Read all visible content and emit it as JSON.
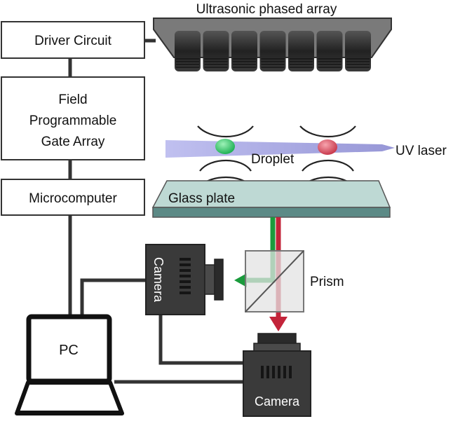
{
  "blocks": {
    "driver": "Driver Circuit",
    "fpga_line1": "Field",
    "fpga_line2": "Programmable",
    "fpga_line3": "Gate Array",
    "micro": "Microcomputer",
    "pc": "PC"
  },
  "labels": {
    "array": "Ultrasonic phased array",
    "droplet": "Droplet",
    "uv_laser": "UV laser",
    "glass": "Glass plate",
    "prism": "Prism",
    "camera_side": "Camera",
    "camera_bottom": "Camera"
  },
  "colors": {
    "green_beam": "#1a9b3c",
    "red_beam": "#c3243a",
    "laser": "#8f8fd6",
    "glass": "#b8d4cf",
    "droplet_green": "#35c46a",
    "droplet_red": "#d8505e",
    "camera_body": "#3b3b3b"
  },
  "icons": [
    "transducer-icon",
    "camera-icon",
    "laptop-icon",
    "prism-icon",
    "arrow-icon"
  ]
}
